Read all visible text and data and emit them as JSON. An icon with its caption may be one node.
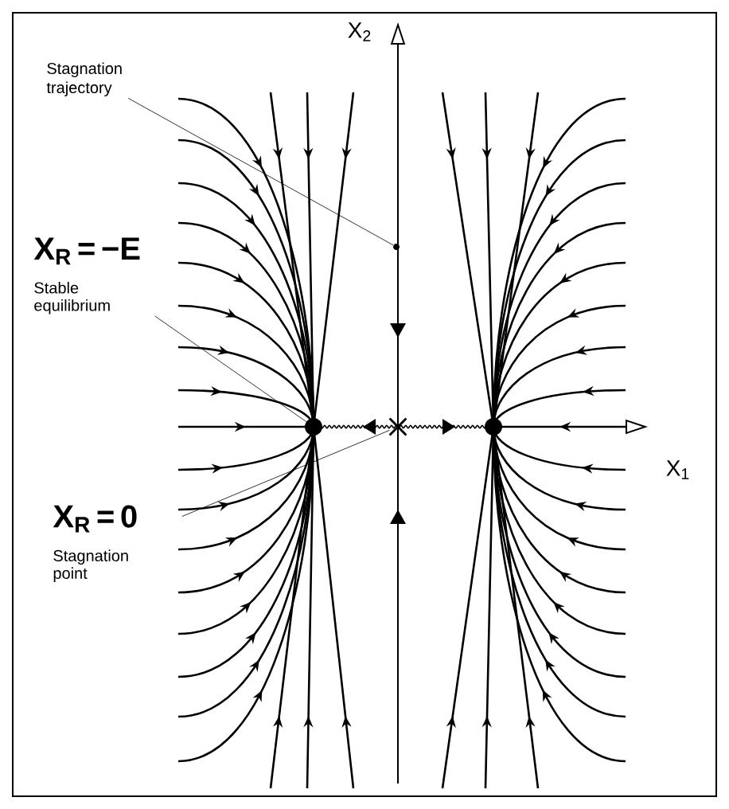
{
  "diagram": {
    "nodes": [
      {
        "text": [
          "Stagnation trajectory"
        ]
      },
      {
        "text": [
          "X$_{R}$ = −E",
          "Stable equilibrium"
        ]
      },
      {
        "text": [
          "X$_{R}$ = 0",
          "Stagnation point"
        ]
      },
      {
        "text": [],
        "shape": "circle"
      },
      {
        "text": [],
        "shape": "circle"
      },
      {
        "text": [],
        "shape": "cross"
      },
      {
        "text": [],
        "shape": "circle"
      }
    ],
    "edges": [
      {
        "from": 0,
        "to": 3,
        "arrow": "none"
      },
      {
        "from": 1,
        "to": 4,
        "arrow": "none"
      },
      {
        "from": 2,
        "to": 5,
        "arrow": "none"
      }
    ],
    "labels": [
      "X$_{2}$",
      "X$_{1}$"
    ]
  }
}
